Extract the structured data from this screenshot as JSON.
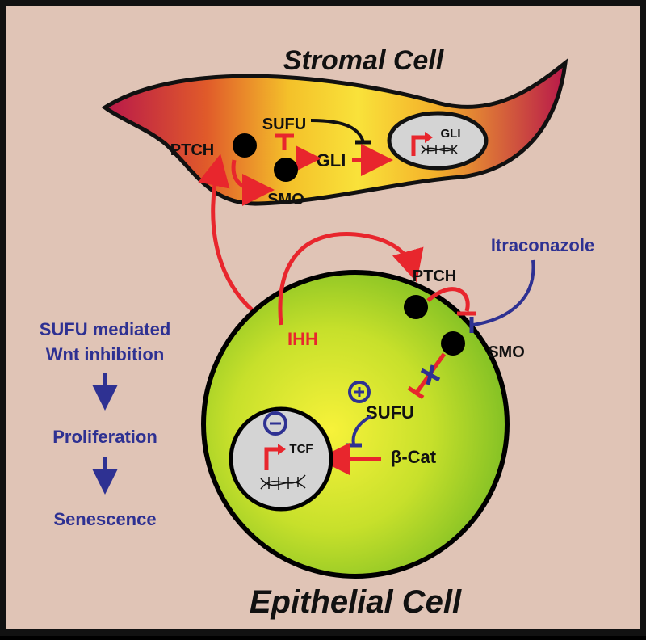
{
  "titles": {
    "stromal": "Stromal Cell",
    "epithelial": "Epithelial Cell"
  },
  "stromal_labels": {
    "sufu": "SUFU",
    "gli": "GLI",
    "nucleus_gli": "GLI",
    "ptch": "PTCH",
    "smo": "SMO"
  },
  "epithelial_labels": {
    "ptch": "PTCH",
    "smo": "SMO",
    "ihh": "IHH",
    "sufu": "SUFU",
    "beta_cat": "β-Cat",
    "tcf": "TCF",
    "itraconazole": "Itraconazole"
  },
  "side_flow": {
    "step1_line1": "SUFU mediated",
    "step1_line2": "Wnt inhibition",
    "step2": "Proliferation",
    "step3": "Senescence"
  },
  "colors": {
    "background": "#e0c4b6",
    "border": "#111111",
    "arrow_red": "#e8262d",
    "text_blue": "#2e3192",
    "nucleus_fill": "#d4d4d4",
    "membrane": "#000000"
  },
  "icons": [
    "plus-circle-icon",
    "minus-circle-icon",
    "dna-helix-icon",
    "gene-transcription-arrow-icon"
  ]
}
